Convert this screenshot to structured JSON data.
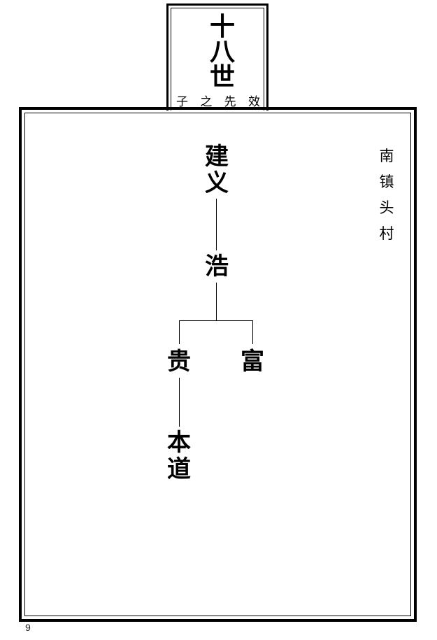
{
  "header": {
    "generation": [
      "十",
      "八",
      "世"
    ],
    "motto": [
      "子",
      "之",
      "先",
      "效"
    ]
  },
  "village": [
    "南",
    "镇",
    "头",
    "村"
  ],
  "tree": {
    "root": [
      "建",
      "义"
    ],
    "child": [
      "浩"
    ],
    "grandchildren": [
      {
        "name": [
          "贵"
        ],
        "children": [
          [
            "本",
            "道"
          ]
        ]
      },
      {
        "name": [
          "富"
        ],
        "children": []
      }
    ]
  },
  "page_number": "9"
}
